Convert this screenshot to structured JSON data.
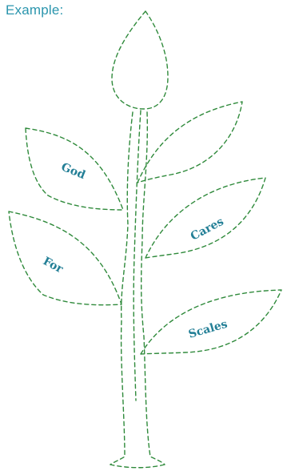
{
  "heading": "Example:",
  "leaves": {
    "god": "God",
    "cares": "Cares",
    "for": "For",
    "scales": "Scales"
  },
  "colors": {
    "heading": "#2a95ad",
    "outline": "#2f8a3b",
    "words": "#237f96"
  }
}
